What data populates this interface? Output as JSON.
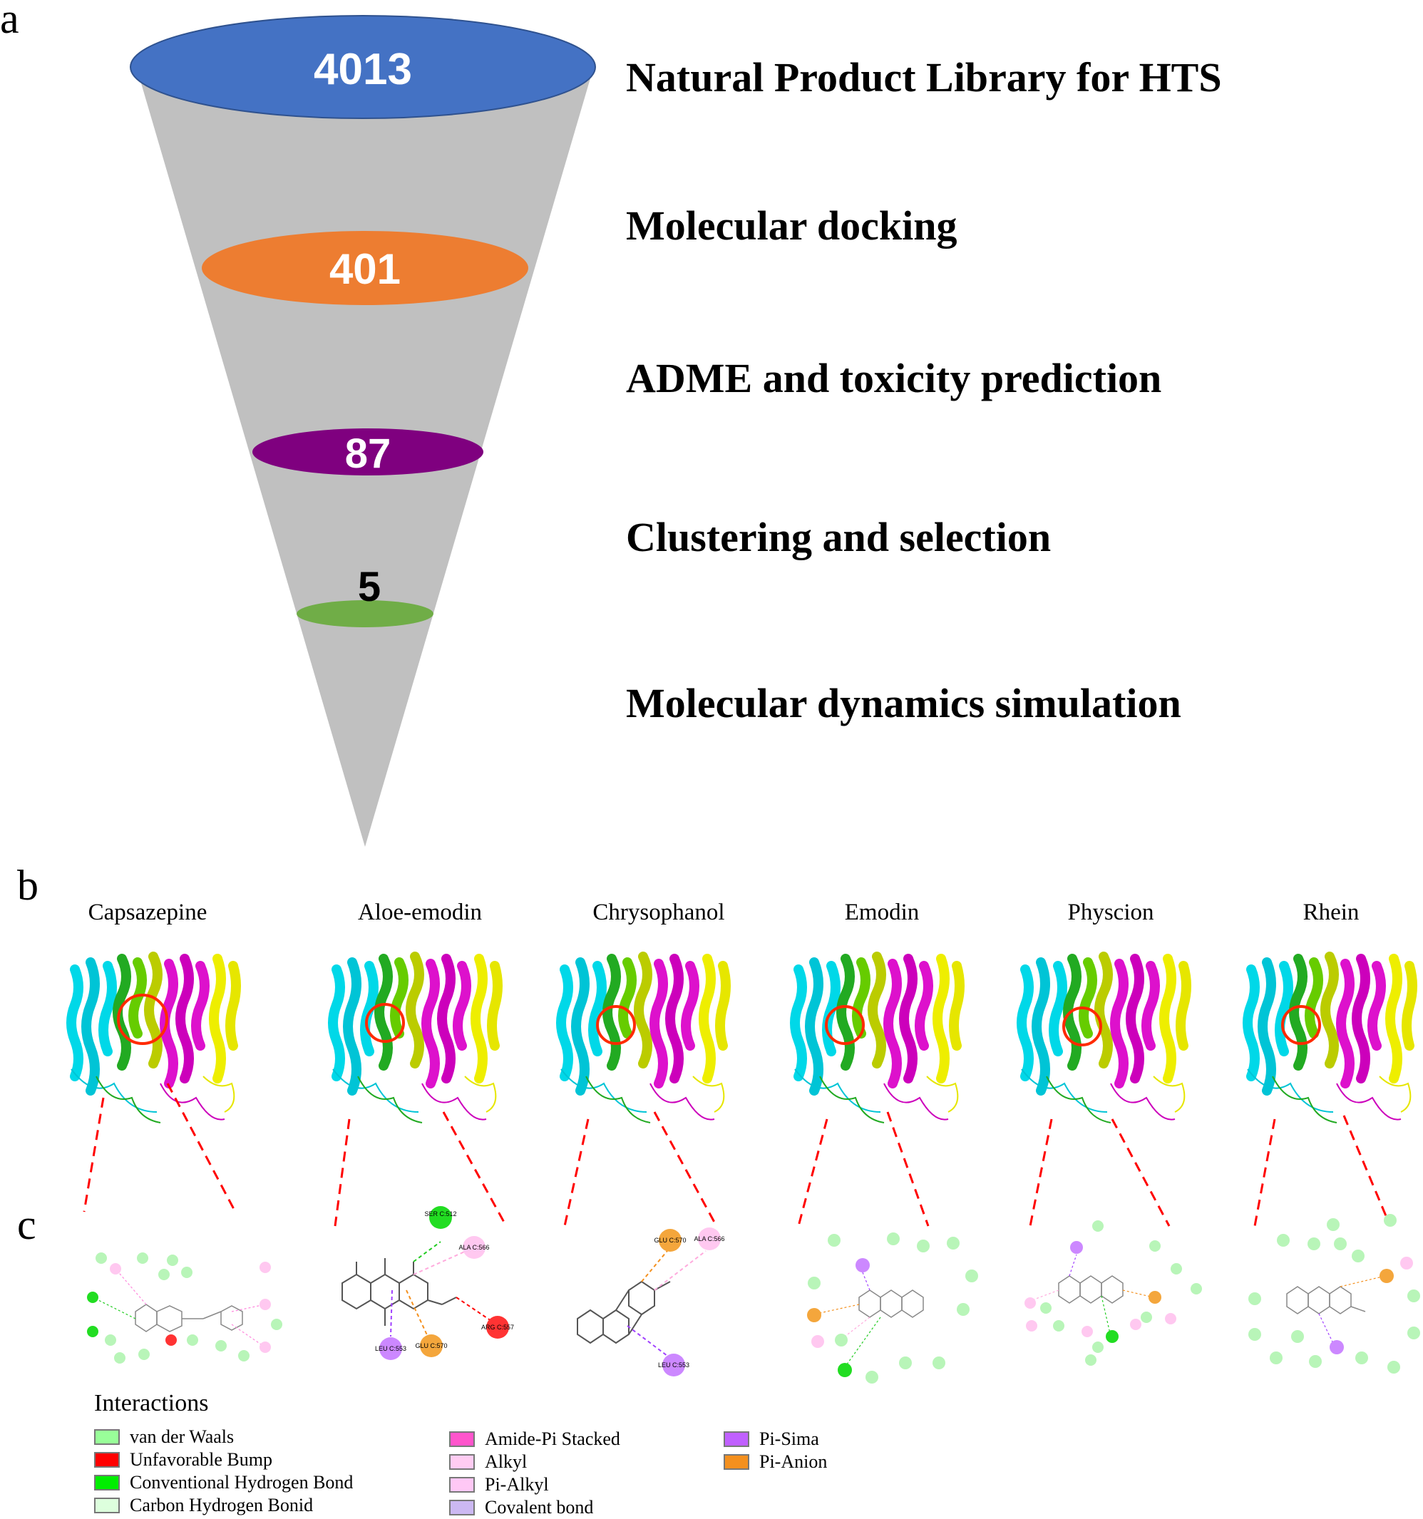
{
  "panel_labels": {
    "a": "a",
    "b": "b",
    "c": "c"
  },
  "funnel": {
    "stages": [
      {
        "value": "4013",
        "color": "#4472c4",
        "text_color": "#ffffff"
      },
      {
        "value": "401",
        "color": "#ed7d31",
        "text_color": "#ffffff"
      },
      {
        "value": "87",
        "color": "#7f007f",
        "text_color": "#ffffff"
      },
      {
        "value": "5",
        "color": "#70ad47",
        "text_color": "#000000"
      }
    ],
    "cone_color": "#c0c0c0"
  },
  "steps": [
    "Natural Product Library for HTS",
    "Molecular docking",
    "ADME and toxicity prediction",
    "Clustering and selection",
    "Molecular dynamics simulation"
  ],
  "compounds": [
    "Capsazepine",
    "Aloe-emodin",
    "Chrysophanol",
    "Emodin",
    "Physcion",
    "Rhein"
  ],
  "legend": {
    "title": "Interactions",
    "items": [
      {
        "label": "van der Waals",
        "color": "#99ff99"
      },
      {
        "label": "Unfavorable Bump",
        "color": "#ff0000"
      },
      {
        "label": "Conventional Hydrogen Bond",
        "color": "#00ee00"
      },
      {
        "label": "Carbon Hydrogen Bonid",
        "color": "#ddffdd"
      },
      {
        "label": "Amide-Pi Stacked",
        "color": "#ff55cc"
      },
      {
        "label": "Alkyl",
        "color": "#ffccf2"
      },
      {
        "label": "Pi-Alkyl",
        "color": "#ffc8f5"
      },
      {
        "label": "Covalent bond",
        "color": "#ccb8f2"
      },
      {
        "label": "Pi-Sima",
        "color": "#c060ff"
      },
      {
        "label": "Pi-Anion",
        "color": "#f4901e"
      }
    ]
  },
  "residues": {
    "aloe": [
      "SER C:512",
      "ALA C:566",
      "ARG C:557",
      "GLU C:570",
      "LEU C:553"
    ],
    "chryso": [
      "GLU C:570",
      "ALA C:566",
      "LEU C:553"
    ]
  }
}
